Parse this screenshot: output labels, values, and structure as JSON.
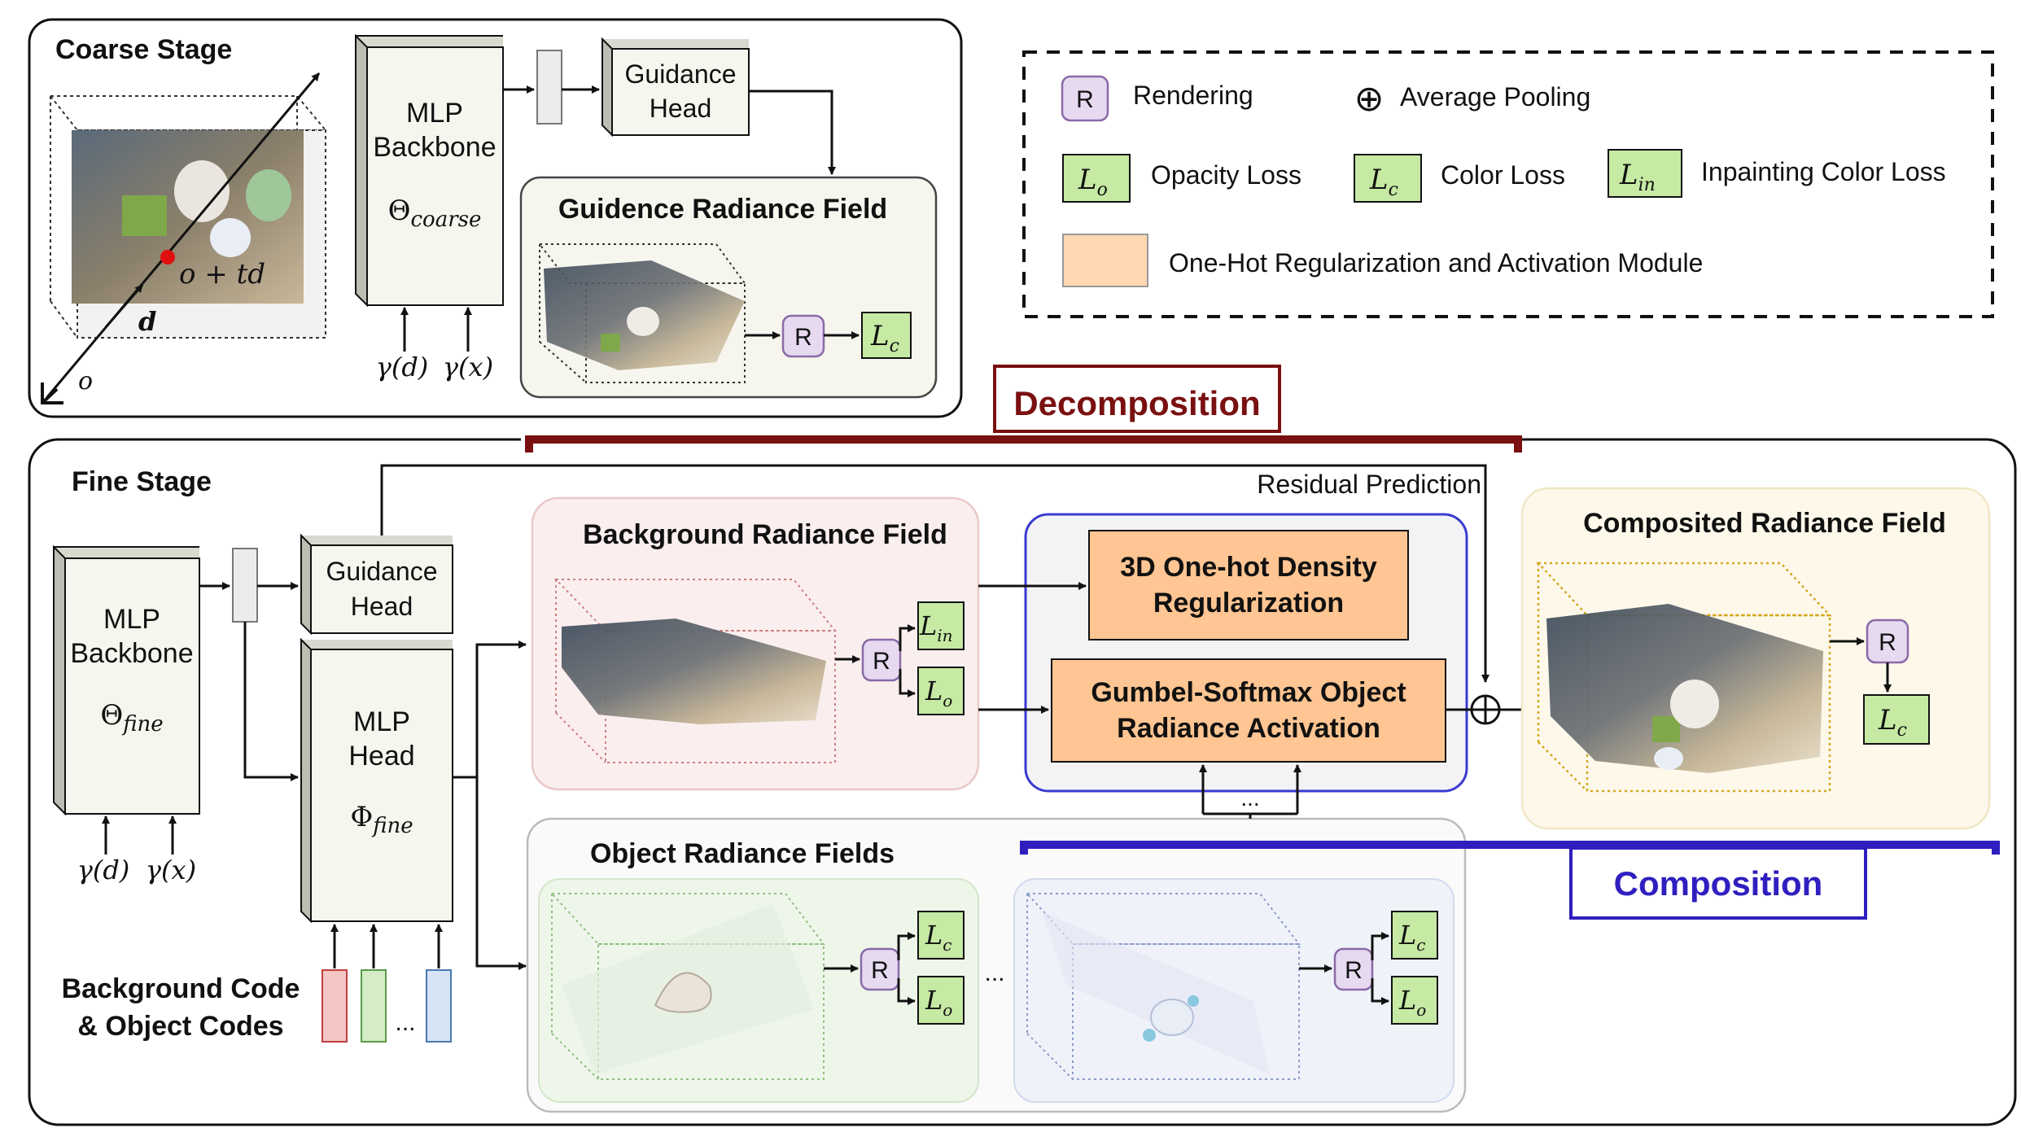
{
  "coarse": {
    "title": "Coarse Stage",
    "mlp_line1": "MLP",
    "mlp_line2": "Backbone",
    "theta_sym": "Θ",
    "theta_sub": "coarse",
    "guidance_line1": "Guidance",
    "guidance_line2": "Head",
    "field_title": "Guidence Radiance Field",
    "gamma_d": "γ(d)",
    "gamma_x": "γ(x)",
    "ray_label": "o + td",
    "dir_label": "d",
    "origin_label": "o"
  },
  "legend": {
    "rendering_symbol": "R",
    "rendering_label": "Rendering",
    "pooling_symbol": "⊕",
    "pooling_label": "Average Pooling",
    "opacity_symbol": "L",
    "opacity_sub": "o",
    "opacity_label": "Opacity Loss",
    "color_symbol": "L",
    "color_sub": "c",
    "color_label": "Color Loss",
    "inpaint_symbol": "L",
    "inpaint_sub": "in",
    "inpaint_label": "Inpainting Color Loss",
    "onehot_label": "One-Hot Regularization and Activation Module"
  },
  "decomposition_label": "Decomposition",
  "composition_label": "Composition",
  "fine": {
    "title": "Fine Stage",
    "mlp_line1": "MLP",
    "mlp_line2": "Backbone",
    "theta_sym": "Θ",
    "theta_sub": "fine",
    "guidance_line1": "Guidance",
    "guidance_line2": "Head",
    "head_line1": "MLP",
    "head_line2": "Head",
    "phi_sym": "Φ",
    "phi_sub": "fine",
    "gamma_d": "γ(d)",
    "gamma_x": "γ(x)",
    "codes_line1": "Background Code",
    "codes_line2": "& Object Codes",
    "ellipsis": "...",
    "residual_label": "Residual Prediction",
    "bg_field_title": "Background Radiance Field",
    "obj_field_title": "Object Radiance Fields",
    "comp_field_title": "Composited Radiance Field",
    "onehot_line1": "3D One-hot Density",
    "onehot_line2": "Regularization",
    "gumbel_line1": "Gumbel-Softmax Object",
    "gumbel_line2": "Radiance Activation",
    "render_symbol": "R",
    "loss_symbol": "L",
    "sub_in": "in",
    "sub_o": "o",
    "sub_c": "c",
    "pool_symbol": "⊕"
  },
  "colors": {
    "decomposition": "#7a1010",
    "composition": "#2f1fbf",
    "loss_fill": "#c6e9a4",
    "module_fill": "#ffc592",
    "render_fill": "#e6d9f0",
    "render_stroke": "#8a6aa8",
    "panel_fill": "#f7f6ee"
  }
}
